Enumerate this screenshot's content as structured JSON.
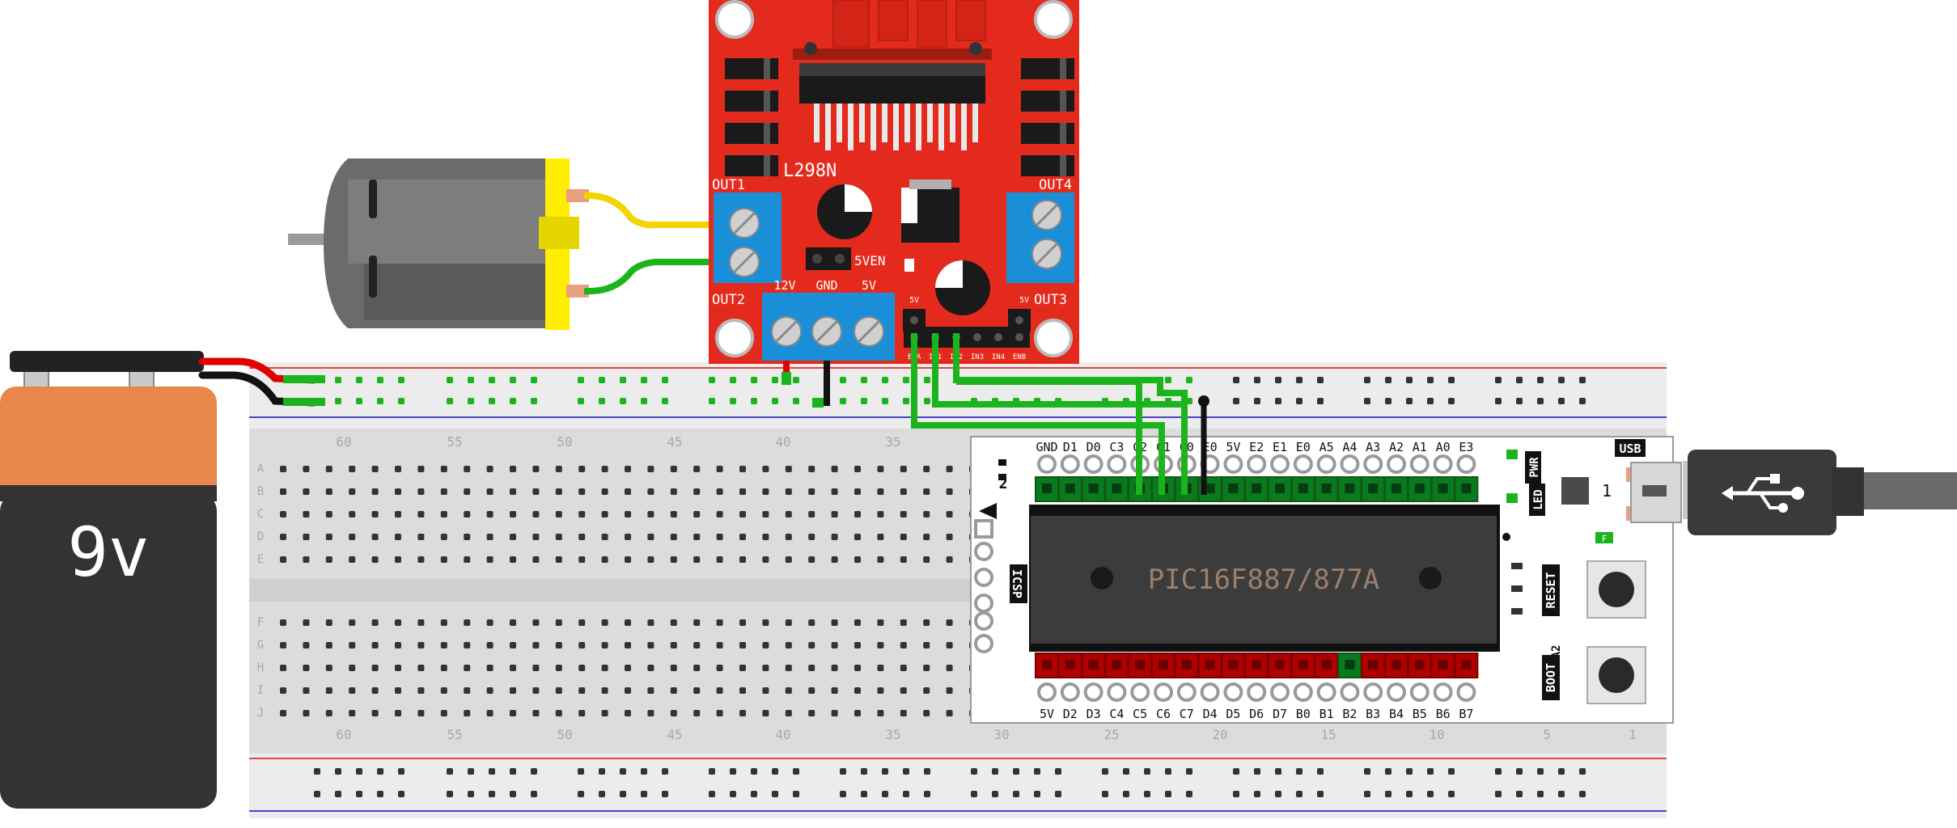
{
  "colors": {
    "driver_red": "#e32a1c",
    "terminal_blue": "#1a8fd8",
    "wire_green": "#1cb41c",
    "wire_yellow": "#f4d400",
    "wire_red": "#e00000",
    "battery_orange": "#e8874a",
    "battery_dark": "#333333",
    "board_white": "#ffffff",
    "chip_dark": "#3c3c3c",
    "header_green": "#0b7a1e",
    "header_red": "#b00000"
  },
  "battery": {
    "label": "9v"
  },
  "driver": {
    "name": "L298N",
    "out1": "OUT1",
    "out2": "OUT2",
    "out3": "OUT3",
    "out4": "OUT4",
    "v12": "12V",
    "gnd": "GND",
    "v5": "5V",
    "fiveven": "5VEN",
    "pin_5v_left": "5V",
    "pin_5v_right": "5V",
    "control_pins": [
      "ENA",
      "IN1",
      "IN2",
      "IN3",
      "IN4",
      "ENB"
    ]
  },
  "breadboard": {
    "columns_top": [
      "60",
      "55",
      "50",
      "45",
      "40",
      "35",
      "30",
      "25",
      "20",
      "15",
      "10",
      "5",
      "1"
    ],
    "rows_top": [
      "A",
      "B",
      "C",
      "D",
      "E"
    ],
    "rows_bottom": [
      "F",
      "G",
      "H",
      "I",
      "J"
    ]
  },
  "board": {
    "chip_label": "PIC16F887/877A",
    "top_pins": [
      "GND",
      "D1",
      "D0",
      "C3",
      "C2",
      "C1",
      "C0",
      "E0",
      "5V",
      "E2",
      "E1",
      "E0",
      "A5",
      "A4",
      "A3",
      "A2",
      "A1",
      "A0",
      "E3"
    ],
    "bottom_pins": [
      "5V",
      "D2",
      "D3",
      "C4",
      "C5",
      "C6",
      "C7",
      "D4",
      "D5",
      "D6",
      "D7",
      "B0",
      "B1",
      "B2",
      "B3",
      "B4",
      "B5",
      "B6",
      "B7"
    ],
    "pwr": "PWR",
    "led": "LED",
    "usb": "USB",
    "reset": "RESET",
    "boot": "BOOT",
    "a2": "A2",
    "icsp": "ICSP",
    "icsp_num": "2",
    "reg_label": "1",
    "f_label": "F"
  }
}
